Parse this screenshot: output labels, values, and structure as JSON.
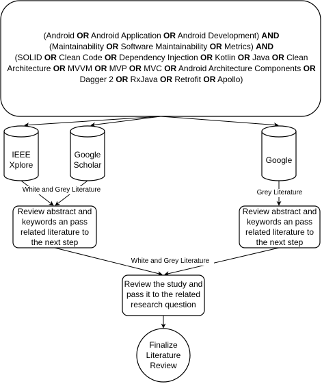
{
  "query": {
    "line1": [
      {
        "t": "(Android ",
        "b": false
      },
      {
        "t": "OR",
        "b": true
      },
      {
        "t": " Android Application ",
        "b": false
      },
      {
        "t": "OR",
        "b": true
      },
      {
        "t": " Android Development) ",
        "b": false
      },
      {
        "t": "AND",
        "b": true
      }
    ],
    "line2": [
      {
        "t": "(Maintainability ",
        "b": false
      },
      {
        "t": "OR",
        "b": true
      },
      {
        "t": " Software Maintainability ",
        "b": false
      },
      {
        "t": "OR",
        "b": true
      },
      {
        "t": " Metrics) ",
        "b": false
      },
      {
        "t": "AND",
        "b": true
      }
    ],
    "line3": [
      {
        "t": "(SOLID ",
        "b": false
      },
      {
        "t": "OR",
        "b": true
      },
      {
        "t": " Clean Code ",
        "b": false
      },
      {
        "t": "OR",
        "b": true
      },
      {
        "t": " Dependency Injection ",
        "b": false
      },
      {
        "t": "OR",
        "b": true
      },
      {
        "t": " Kotlin ",
        "b": false
      },
      {
        "t": "OR",
        "b": true
      },
      {
        "t": " Java ",
        "b": false
      },
      {
        "t": "OR",
        "b": true
      },
      {
        "t": " Clean Architecture ",
        "b": false
      },
      {
        "t": "OR",
        "b": true
      },
      {
        "t": " MVVM ",
        "b": false
      },
      {
        "t": "OR",
        "b": true
      },
      {
        "t": " MVP ",
        "b": false
      },
      {
        "t": "OR",
        "b": true
      },
      {
        "t": " MVC ",
        "b": false
      },
      {
        "t": "OR",
        "b": true
      },
      {
        "t": " Android Architecture Components ",
        "b": false
      },
      {
        "t": "OR",
        "b": true
      },
      {
        "t": " Dagger 2 ",
        "b": false
      },
      {
        "t": "OR",
        "b": true
      },
      {
        "t": " RxJava ",
        "b": false
      },
      {
        "t": "OR",
        "b": true
      },
      {
        "t": " Retrofit ",
        "b": false
      },
      {
        "t": "OR",
        "b": true
      },
      {
        "t": " Apollo)",
        "b": false
      }
    ]
  },
  "databases": {
    "ieee": [
      "IEEE",
      "Xplore"
    ],
    "scholar": [
      "Google",
      "Scholar"
    ],
    "google": [
      "Google"
    ]
  },
  "edges": {
    "academic_sources": "White and Grey Literature",
    "google_source": "Grey Literature",
    "to_study_review": "White and Grey Literature"
  },
  "steps": {
    "review_left": [
      "Review abstract and",
      "keywords an pass",
      "related literature to",
      "the next step"
    ],
    "review_right": [
      "Review abstract and",
      "keywords an pass",
      "related literature to",
      "the next step"
    ],
    "study_review": [
      "Review the study and",
      "pass it to the related",
      "research question"
    ],
    "finalize": [
      "Finalize",
      "Literature",
      "Review"
    ]
  }
}
